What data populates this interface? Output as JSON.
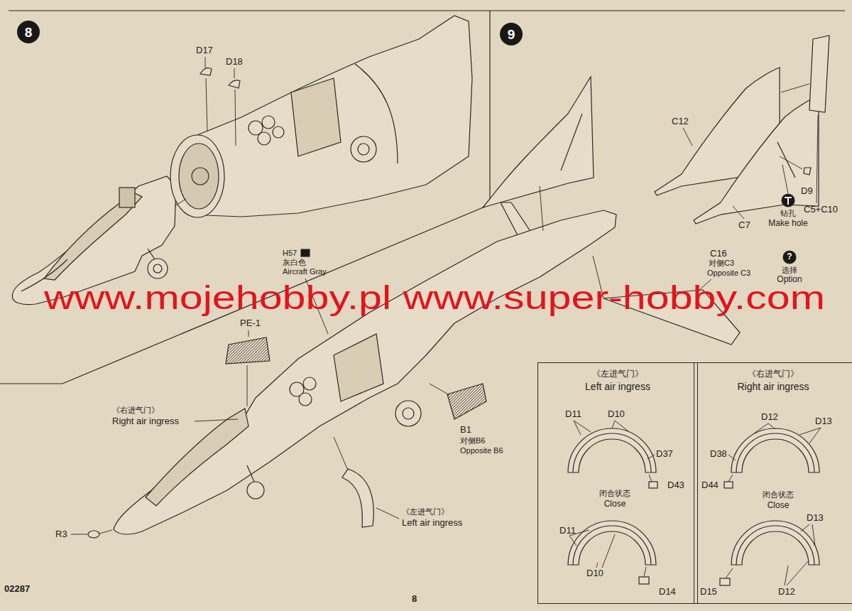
{
  "diagram": {
    "nodes": [
      {
        "text": [
          "8"
        ]
      },
      {
        "text": [
          "9"
        ]
      },
      {
        "text": [
          "《左进气门》",
          "Left air ingress"
        ]
      },
      {
        "text": [
          "《右进气门》",
          "Right air ingress"
        ]
      }
    ],
    "labels": [
      "D17",
      "D18",
      "C12",
      "C5+C10",
      "D9",
      "C7",
      "钻孔",
      "Make hole",
      "?",
      "选择",
      "Option",
      "C16",
      "对侧C3",
      "Opposite C3",
      "H57",
      "灰白色",
      "Aircraft Gray",
      "www.mojehobby.pl www.super-hobby.com",
      "PE-1",
      "《右进气门》",
      "Right air ingress",
      "B1",
      "对侧B6",
      "Opposite B6",
      "《左进气门》",
      "Left air ingress",
      "R3",
      "D11",
      "D10",
      "D37",
      "D43",
      "闭合状态",
      "Close",
      "D11",
      "D10",
      "D14",
      "D12",
      "D13",
      "D38",
      "D44",
      "闭合状态",
      "Close",
      "D13",
      "D15",
      "D12",
      "02287",
      "8"
    ]
  }
}
